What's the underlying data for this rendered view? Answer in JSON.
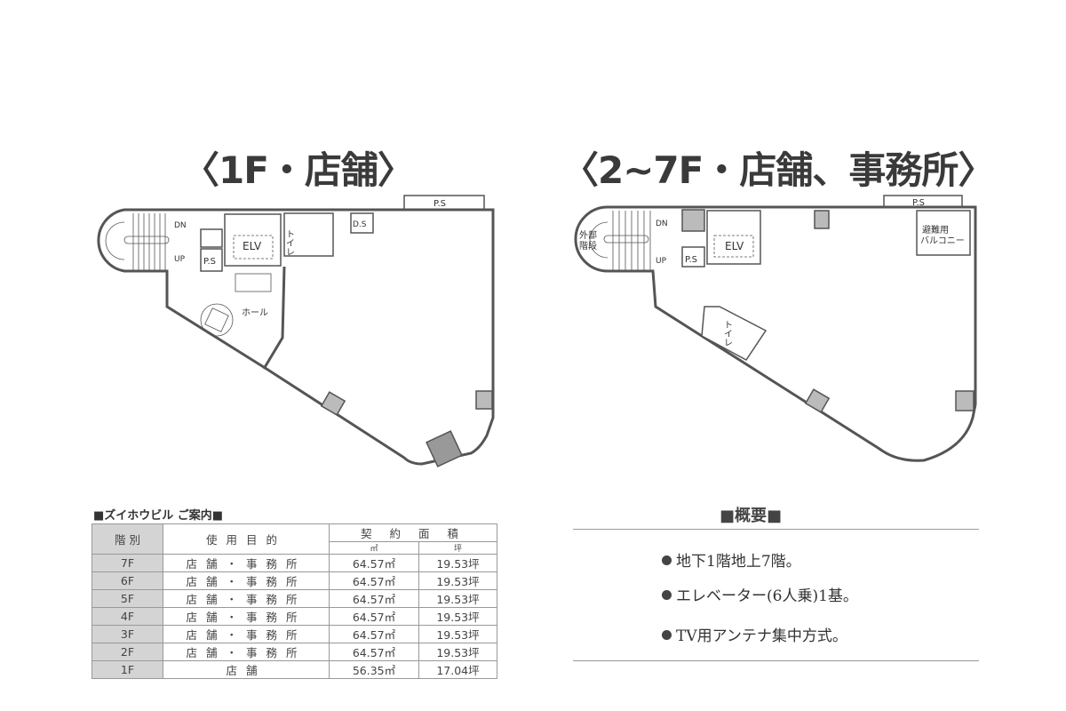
{
  "plan1": {
    "title": "〈1F・店舗〉",
    "labels": {
      "ps_top": "P.S",
      "dn": "DN",
      "up": "UP",
      "ps": "P.S",
      "elv": "ELV",
      "toilet": "トイレ",
      "ds": "D.S",
      "hall": "ホール"
    }
  },
  "plan2": {
    "title": "〈2~7F・店舗、事務所〉",
    "labels": {
      "ps_top": "P.S",
      "dn": "DN",
      "up": "UP",
      "ps": "P.S",
      "elv": "ELV",
      "toilet": "トイレ",
      "ext_stairs_1": "外部",
      "ext_stairs_2": "階段",
      "balcony_1": "避難用",
      "balcony_2": "バルコニー"
    }
  },
  "table": {
    "caption": "■ズイホウビル ご案内■",
    "headers": {
      "floor": "階 別",
      "use": "使用目的",
      "area": "契 約 面 積",
      "m2": "㎡",
      "tsubo": "坪"
    },
    "rows": [
      {
        "floor": "7F",
        "use": "店舗・事務所",
        "m2": "64.57㎡",
        "tsubo": "19.53坪"
      },
      {
        "floor": "6F",
        "use": "店舗・事務所",
        "m2": "64.57㎡",
        "tsubo": "19.53坪"
      },
      {
        "floor": "5F",
        "use": "店舗・事務所",
        "m2": "64.57㎡",
        "tsubo": "19.53坪"
      },
      {
        "floor": "4F",
        "use": "店舗・事務所",
        "m2": "64.57㎡",
        "tsubo": "19.53坪"
      },
      {
        "floor": "3F",
        "use": "店舗・事務所",
        "m2": "64.57㎡",
        "tsubo": "19.53坪"
      },
      {
        "floor": "2F",
        "use": "店舗・事務所",
        "m2": "64.57㎡",
        "tsubo": "19.53坪"
      },
      {
        "floor": "1F",
        "use": "店舗",
        "m2": "56.35㎡",
        "tsubo": "17.04坪"
      }
    ]
  },
  "summary": {
    "title": "■概要■",
    "items": [
      "地下1階地上7階。",
      "エレベーター(6人乗)1基。",
      "TV用アンテナ集中方式。"
    ]
  }
}
